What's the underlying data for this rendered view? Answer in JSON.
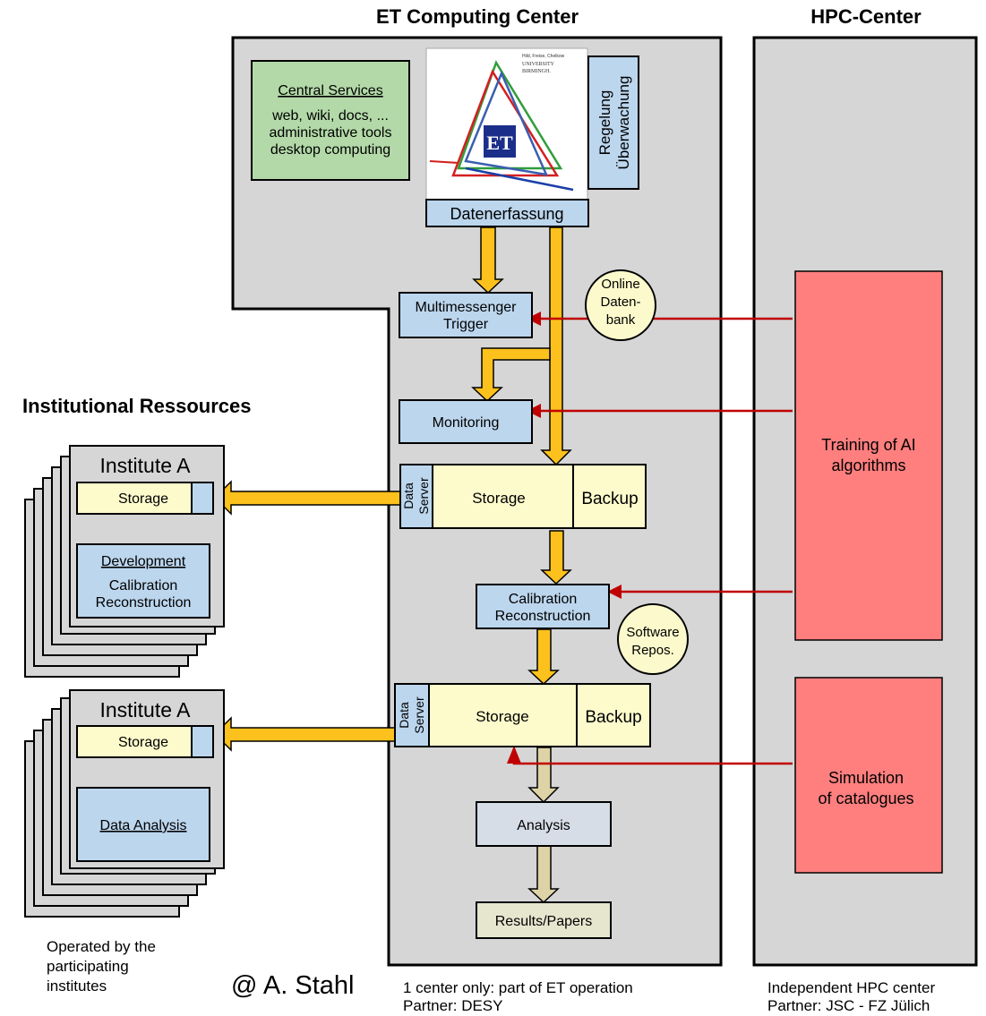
{
  "headers": {
    "et_center": "ET Computing Center",
    "hpc_center": "HPC-Center",
    "institutional": "Institutional Ressources"
  },
  "central_services": {
    "title": "Central Services",
    "line1": "web, wiki, docs, ...",
    "line2": "administrative tools",
    "line3": "desktop computing"
  },
  "logo": {
    "text": "ET",
    "caption1": "Hild, Freise, Chelkow",
    "caption2": "UNIVERSITY",
    "caption3": "BIRMINGH."
  },
  "regelung": {
    "line1": "Regelung",
    "line2": "Überwachung"
  },
  "datenerfassung": "Datenerfassung",
  "multimessenger": {
    "line1": "Multimessenger",
    "line2": "Trigger"
  },
  "online_db": {
    "line1": "Online",
    "line2": "Daten-",
    "line3": "bank"
  },
  "monitoring": "Monitoring",
  "storage1": {
    "server1": "Data",
    "server2": "Server",
    "storage": "Storage",
    "backup": "Backup"
  },
  "calibration": {
    "line1": "Calibration",
    "line2": "Reconstruction"
  },
  "software_repos": {
    "line1": "Software",
    "line2": "Repos."
  },
  "storage2": {
    "server1": "Data",
    "server2": "Server",
    "storage": "Storage",
    "backup": "Backup"
  },
  "analysis": "Analysis",
  "results": "Results/Papers",
  "training": {
    "line1": "Training of AI",
    "line2": "algorithms"
  },
  "simulation": {
    "line1": "Simulation",
    "line2": "of catalogues"
  },
  "institute1": {
    "title": "Institute A",
    "storage": "Storage",
    "dev_title": "Development",
    "dev_line1": "Calibration",
    "dev_line2": "Reconstruction"
  },
  "institute2": {
    "title": "Institute A",
    "storage": "Storage",
    "analysis": "Data Analysis"
  },
  "footer": {
    "operated1": "Operated by the",
    "operated2": "participating",
    "operated3": "institutes",
    "credit": "@ A. Stahl",
    "et1": "1 center only: part of ET operation",
    "et2": "Partner: DESY",
    "hpc1": "Independent HPC center",
    "hpc2": "Partner: JSC - FZ Jülich"
  }
}
